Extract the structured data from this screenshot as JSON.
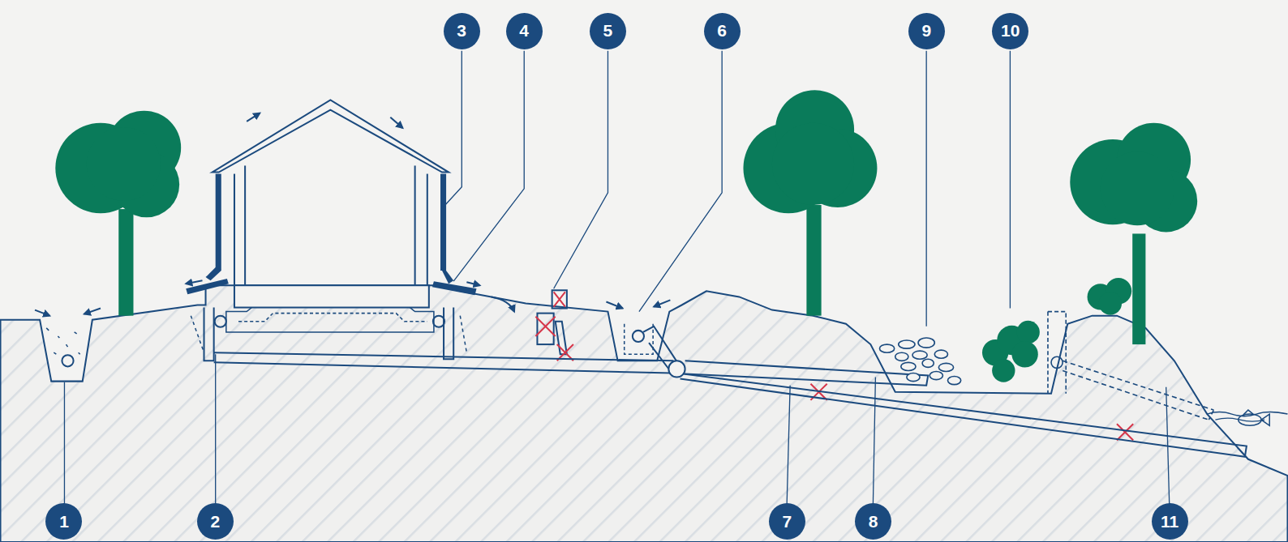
{
  "diagram": {
    "labels": [
      "3",
      "4",
      "5",
      "6",
      "9",
      "10",
      "1",
      "2",
      "7",
      "8",
      "11"
    ]
  }
}
